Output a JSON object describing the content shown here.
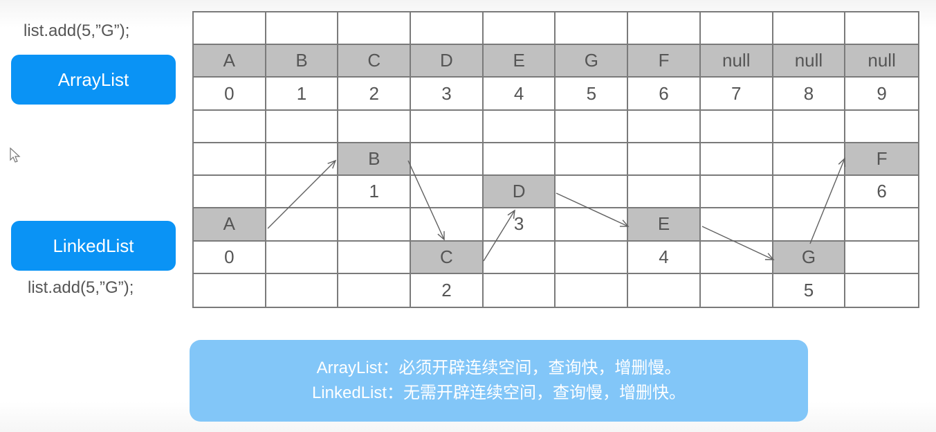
{
  "arraylist_section": {
    "code": "list.add(5,”G”);",
    "button_label": "ArrayList"
  },
  "linkedlist_section": {
    "code": "list.add(5,”G”);",
    "button_label": "LinkedList"
  },
  "grid": {
    "columns": 10,
    "rows": [
      [
        "",
        "",
        "",
        "",
        "",
        "",
        "",
        "",
        "",
        ""
      ],
      [
        "A",
        "B",
        "C",
        "D",
        "E",
        "G",
        "F",
        "null",
        "null",
        "null"
      ],
      [
        "0",
        "1",
        "2",
        "3",
        "4",
        "5",
        "6",
        "7",
        "8",
        "9"
      ],
      [
        "",
        "",
        "",
        "",
        "",
        "",
        "",
        "",
        "",
        ""
      ],
      [
        "",
        "",
        "B",
        "",
        "",
        "",
        "",
        "",
        "",
        "F"
      ],
      [
        "",
        "",
        "1",
        "",
        "D",
        "",
        "",
        "",
        "",
        "6"
      ],
      [
        "A",
        "",
        "",
        "",
        "3",
        "",
        "E",
        "",
        "",
        ""
      ],
      [
        "0",
        "",
        "",
        "C",
        "",
        "",
        "4",
        "",
        "G",
        ""
      ],
      [
        "",
        "",
        "",
        "2",
        "",
        "",
        "",
        "",
        "5",
        ""
      ]
    ],
    "shaded": [
      [
        1,
        0
      ],
      [
        1,
        1
      ],
      [
        1,
        2
      ],
      [
        1,
        3
      ],
      [
        1,
        4
      ],
      [
        1,
        5
      ],
      [
        1,
        6
      ],
      [
        1,
        7
      ],
      [
        1,
        8
      ],
      [
        1,
        9
      ],
      [
        4,
        2
      ],
      [
        4,
        9
      ],
      [
        5,
        4
      ],
      [
        6,
        0
      ],
      [
        6,
        6
      ],
      [
        7,
        3
      ],
      [
        7,
        8
      ]
    ]
  },
  "linked_arrows": [
    {
      "from": "A",
      "to": "B"
    },
    {
      "from": "B",
      "to": "C"
    },
    {
      "from": "C",
      "to": "D"
    },
    {
      "from": "D",
      "to": "E"
    },
    {
      "from": "E",
      "to": "G"
    },
    {
      "from": "G",
      "to": "F"
    }
  ],
  "note": {
    "line1": "ArrayList：必须开辟连续空间，查询快，增删慢。",
    "line2": "LinkedList：无需开辟连续空间，查询慢，增删快。"
  },
  "colors": {
    "button_blue": "#0a93f5",
    "note_blue": "#82c6f8",
    "cell_shade": "#c0c0c0",
    "grid_line": "#7a7a7a"
  }
}
